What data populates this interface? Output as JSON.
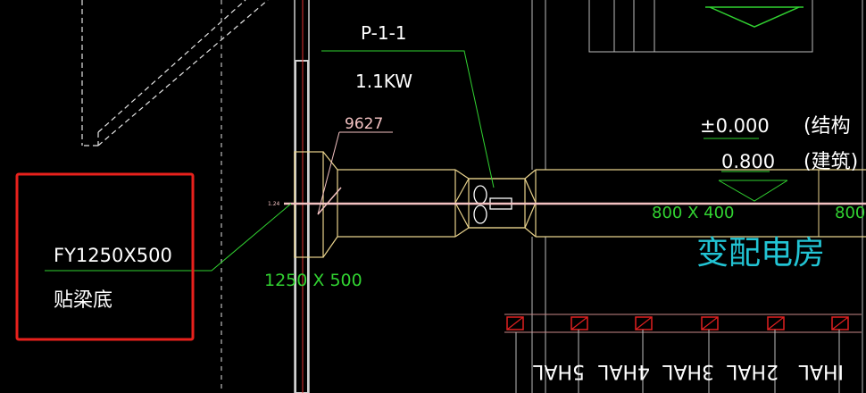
{
  "labels": {
    "pump_tag": "P-1-1",
    "pump_power": "1.1KW",
    "dim_9627": "9627",
    "duct_main": "1250 X 500",
    "duct_right": "800 X 400",
    "duct_right_cut": "800",
    "callout_size": "FY1250X500",
    "callout_note": "贴梁底",
    "elev_1": "±0.000",
    "elev_2": "0.800",
    "struct_note": "(结构",
    "arch_note": "(建筑)",
    "room_name": "变配电房",
    "tiny_tag": "1.24"
  },
  "bottom_row_labels": [
    "IHAL",
    "2HAL",
    "3HAL",
    "4HAL",
    "5HAL"
  ],
  "colors": {
    "background": "#000000",
    "white_text": "#ffffff",
    "green_text": "#31d231",
    "cyan_text": "#22c4d4",
    "duct_yellow": "#e8d28c",
    "pink_line": "#f3c2c2",
    "red_mark": "#e02020",
    "callout_box": "#e8211c",
    "grey_wall": "#9a9a9a",
    "dashed_white": "#e6e6e6"
  }
}
